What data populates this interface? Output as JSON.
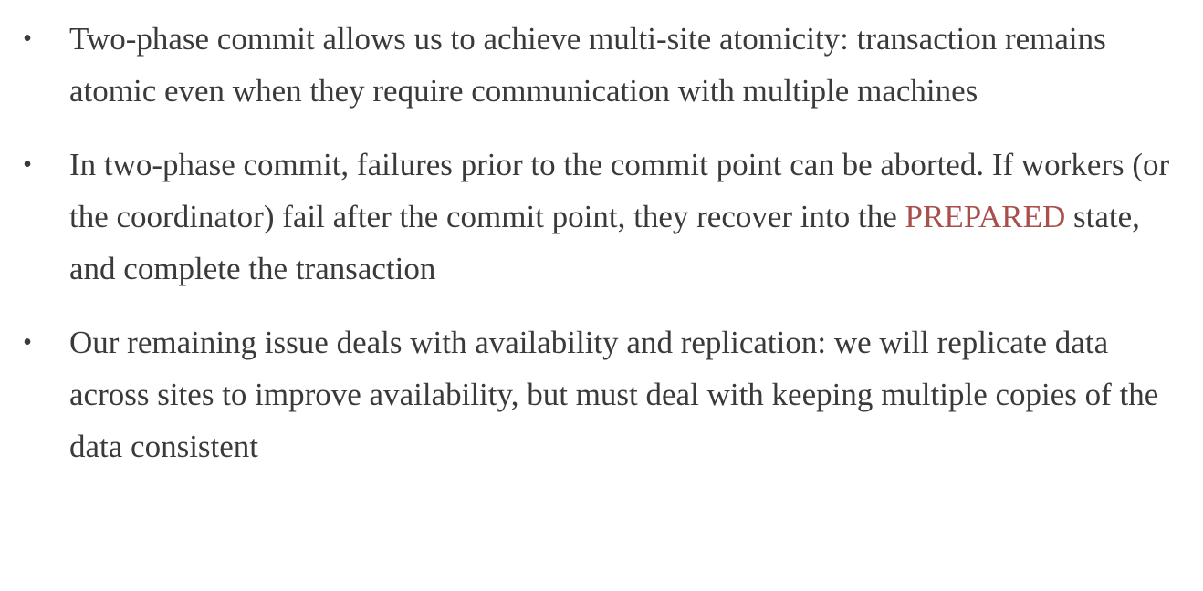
{
  "bullets": [
    {
      "text": "Two-phase commit allows us to achieve multi-site atomicity: transaction remains atomic even when they require communication with multiple machines"
    },
    {
      "text_before": "In two-phase commit, failures prior to the commit point can be aborted. If workers (or the coordinator) fail after the commit point, they recover into the ",
      "highlight": "PREPARED",
      "text_after": " state, and complete the transaction"
    },
    {
      "text": "Our remaining issue deals with availability and replication: we will replicate data across sites to improve availability, but must deal with keeping multiple copies of the data consistent"
    }
  ],
  "colors": {
    "text": "#3a3a3a",
    "highlight": "#a9504c",
    "background": "#ffffff"
  }
}
